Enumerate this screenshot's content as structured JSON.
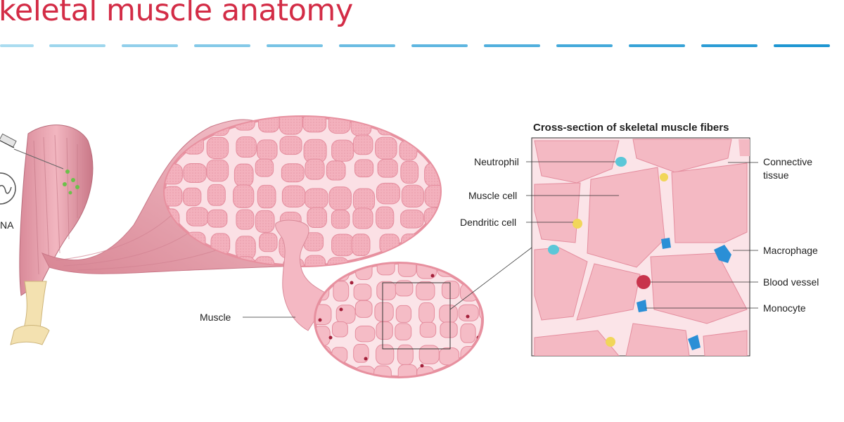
{
  "title": "keletal muscle anatomy",
  "partial_label": "NA",
  "panel_title": "Cross-section of skeletal muscle fibers",
  "labels": {
    "muscle": "Muscle",
    "neutrophil": "Neutrophil",
    "muscle_cell": "Muscle cell",
    "dendritic_cell": "Dendritic cell",
    "connective_line1": "Connective",
    "connective_line2": "tissue",
    "macrophage": "Macrophage",
    "blood_vessel": "Blood vessel",
    "monocyte": "Monocyte"
  },
  "colors": {
    "title": "#d32c46",
    "muscle_fill": "#f2b6c0",
    "muscle_dark": "#d98a99",
    "connective": "#fbe4e8",
    "neutrophil": "#5bc7d8",
    "dendritic": "#f1d65a",
    "macrophage": "#2a8fd6",
    "blood": "#c8344c",
    "bone": "#f3e1b0"
  },
  "icons": [
    "syringe-icon",
    "clock-icon"
  ]
}
